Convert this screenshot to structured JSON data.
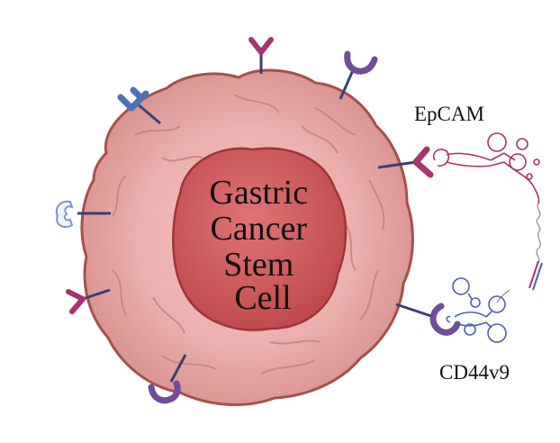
{
  "cell": {
    "title_lines": [
      "Gastric",
      "Cancer",
      "Stem",
      "Cell"
    ]
  },
  "markers": {
    "epcam_label": "EpCAM",
    "cd44v9_label": "CD44v9"
  },
  "colors": {
    "cell_body": "#e8a6a3",
    "cell_outline": "#a5504b",
    "nucleus": "#cc5a5c",
    "nucleus_outline": "#9e3438",
    "epcam_receptor": "#a8336f",
    "cd44_receptor": "#6e4d9c",
    "blue_receptor": "#4a72b5",
    "aptamer_red": "#a8336f",
    "aptamer_blue": "#4a62ad"
  },
  "icons": [
    "y-shaped-receptor-icon",
    "c-shaped-receptor-icon",
    "aptamer-icon"
  ]
}
